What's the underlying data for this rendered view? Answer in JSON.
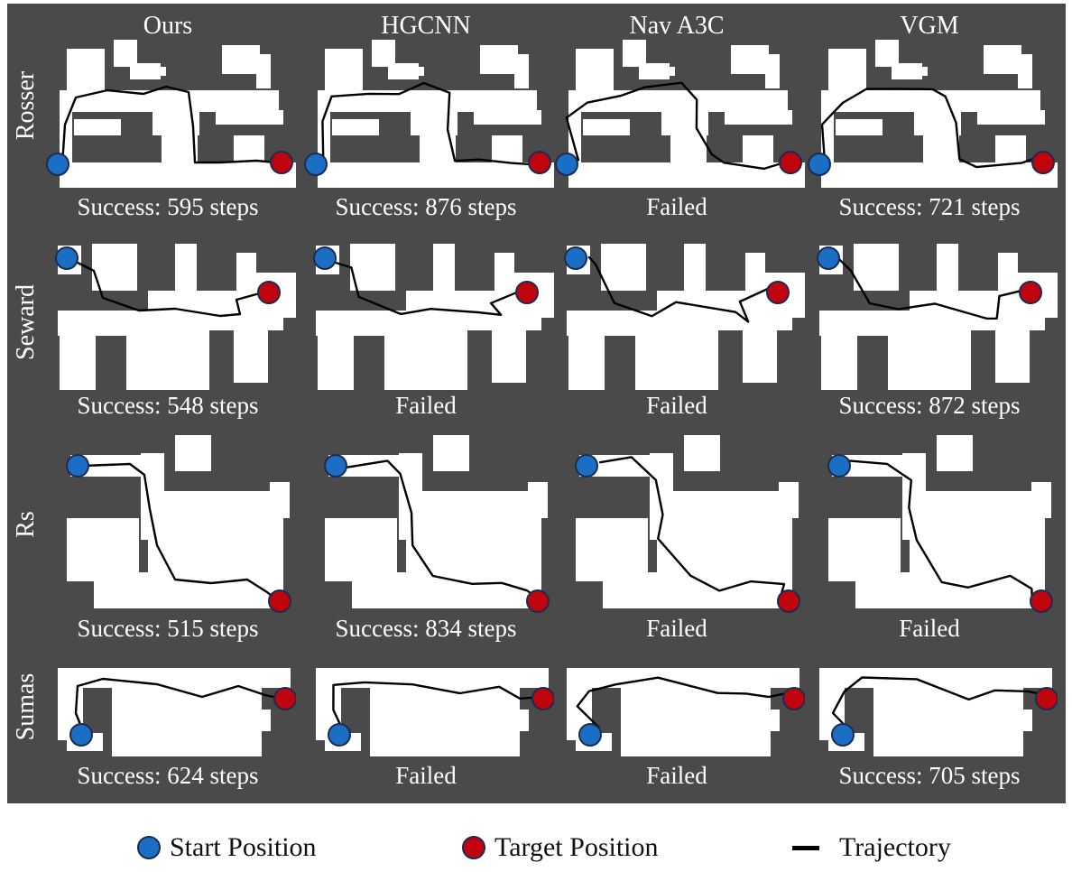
{
  "columns": [
    "Ours",
    "HGCNN",
    "Nav A3C",
    "VGM"
  ],
  "rows": [
    {
      "name": "Rosser",
      "captions": [
        "Success: 595 steps",
        "Success: 876 steps",
        "Failed",
        "Success: 721 steps"
      ]
    },
    {
      "name": "Seward",
      "captions": [
        "Success: 548 steps",
        "Failed",
        "Failed",
        "Success: 872 steps"
      ]
    },
    {
      "name": "Rs",
      "captions": [
        "Success: 515 steps",
        "Success: 834 steps",
        "Failed",
        "Failed"
      ]
    },
    {
      "name": "Sumas",
      "captions": [
        "Success: 624 steps",
        "Failed",
        "Failed",
        "Success: 705 steps"
      ]
    }
  ],
  "legend": {
    "start": "Start Position",
    "target": "Target Position",
    "trajectory": "Trajectory"
  },
  "colors": {
    "background": "#4a4a4a",
    "free_space": "#ffffff",
    "start": "#1a6fc4",
    "target": "#c0040f",
    "trajectory": "#000000"
  }
}
